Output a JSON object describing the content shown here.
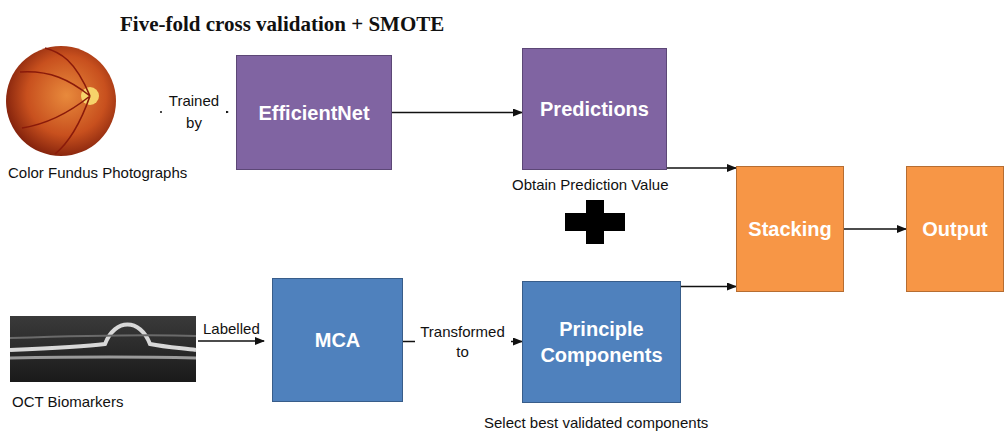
{
  "diagram": {
    "title": "Five-fold cross validation + SMOTE",
    "nodes": [
      {
        "text": [
          "EfficientNet"
        ]
      },
      {
        "text": [
          "Predictions"
        ]
      },
      {
        "text": [
          "Stacking"
        ]
      },
      {
        "text": [
          "Output"
        ]
      },
      {
        "text": [
          "MCA"
        ]
      },
      {
        "text": [
          "Principle Components"
        ]
      }
    ],
    "edges": [
      {
        "from": 0,
        "to": 1,
        "arrow": "to"
      },
      {
        "from": 1,
        "to": 2,
        "arrow": "to"
      },
      {
        "from": 5,
        "to": 2,
        "arrow": "to"
      },
      {
        "from": 2,
        "to": 3,
        "arrow": "to"
      },
      {
        "from": 4,
        "to": 5,
        "label": "Transformed to",
        "arrow": "to"
      }
    ],
    "labels": [
      "Trained by",
      "Color Fundus Photographs",
      "Obtain Prediction Value",
      "Labelled",
      "OCT Biomarkers",
      "Select best validated components"
    ]
  }
}
